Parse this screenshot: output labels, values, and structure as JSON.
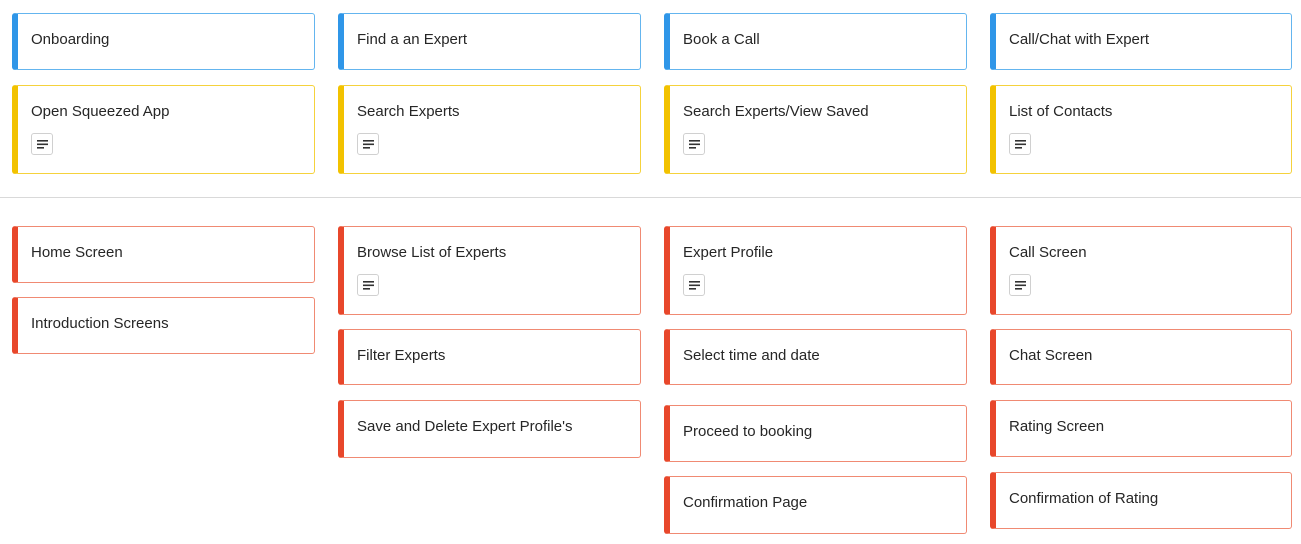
{
  "colors": {
    "epic_blue": "#2f96e8",
    "activity_yellow": "#f2c200",
    "story_red": "#e8472b"
  },
  "columns": [
    {
      "epic": "Onboarding",
      "activity": "Open Squeezed App",
      "stories": [
        "Home Screen",
        "Introduction Screens"
      ]
    },
    {
      "epic": "Find a an Expert",
      "activity": "Search Experts",
      "stories": [
        "Browse List of Experts",
        "Filter Experts",
        "Save and Delete Expert Profile's"
      ]
    },
    {
      "epic": "Book a Call",
      "activity": "Search Experts/View Saved",
      "stories": [
        "Expert Profile",
        "Select time and date",
        "Proceed to booking",
        "Confirmation Page"
      ]
    },
    {
      "epic": "Call/Chat with Expert",
      "activity": "List of Contacts",
      "stories": [
        "Call Screen",
        "Chat Screen",
        "Rating Screen",
        "Confirmation of Rating"
      ]
    }
  ]
}
